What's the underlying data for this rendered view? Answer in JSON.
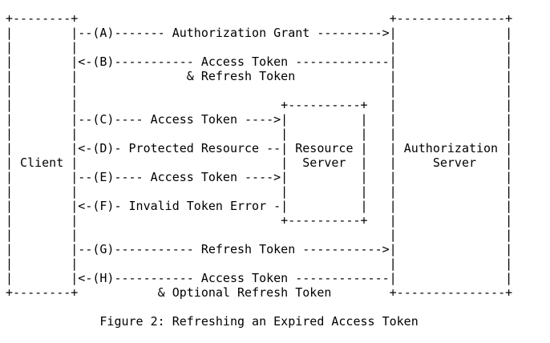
{
  "figure": {
    "art_lines": [
      "+--------+                                           +---------------+",
      "|        |--(A)------- Authorization Grant --------->|               |",
      "|        |                                           |               |",
      "|        |<-(B)----------- Access Token -------------|               |",
      "|        |               & Refresh Token             |               |",
      "|        |                                           |               |",
      "|        |                            +----------+   |               |",
      "|        |--(C)---- Access Token ---->|          |   |               |",
      "|        |                            |          |   |               |",
      "|        |<-(D)- Protected Resource --| Resource |   | Authorization |",
      "| Client |                            |  Server  |   |     Server    |",
      "|        |--(E)---- Access Token ---->|          |   |               |",
      "|        |                            |          |   |               |",
      "|        |<-(F)- Invalid Token Error -|          |   |               |",
      "|        |                            +----------+   |               |",
      "|        |                                           |               |",
      "|        |--(G)----------- Refresh Token ----------->|               |",
      "|        |                                           |               |",
      "|        |<-(H)----------- Access Token -------------|               |",
      "+--------+           & Optional Refresh Token        +---------------+"
    ],
    "caption": "Figure 2: Refreshing an Expired Access Token"
  },
  "flow": {
    "entities": [
      {
        "name": "Client"
      },
      {
        "name": "Resource Server"
      },
      {
        "name": "Authorization Server"
      }
    ],
    "steps": [
      {
        "id": "(A)",
        "label": "Authorization Grant",
        "from": "Client",
        "to": "Authorization Server"
      },
      {
        "id": "(B)",
        "label": "Access Token & Refresh Token",
        "from": "Authorization Server",
        "to": "Client"
      },
      {
        "id": "(C)",
        "label": "Access Token",
        "from": "Client",
        "to": "Resource Server"
      },
      {
        "id": "(D)",
        "label": "Protected Resource",
        "from": "Resource Server",
        "to": "Client"
      },
      {
        "id": "(E)",
        "label": "Access Token",
        "from": "Client",
        "to": "Resource Server"
      },
      {
        "id": "(F)",
        "label": "Invalid Token Error",
        "from": "Resource Server",
        "to": "Client"
      },
      {
        "id": "(G)",
        "label": "Refresh Token",
        "from": "Client",
        "to": "Authorization Server"
      },
      {
        "id": "(H)",
        "label": "Access Token & Optional Refresh Token",
        "from": "Authorization Server",
        "to": "Client"
      }
    ]
  },
  "colors": {
    "background": "#ffffff",
    "text": "#000000"
  }
}
